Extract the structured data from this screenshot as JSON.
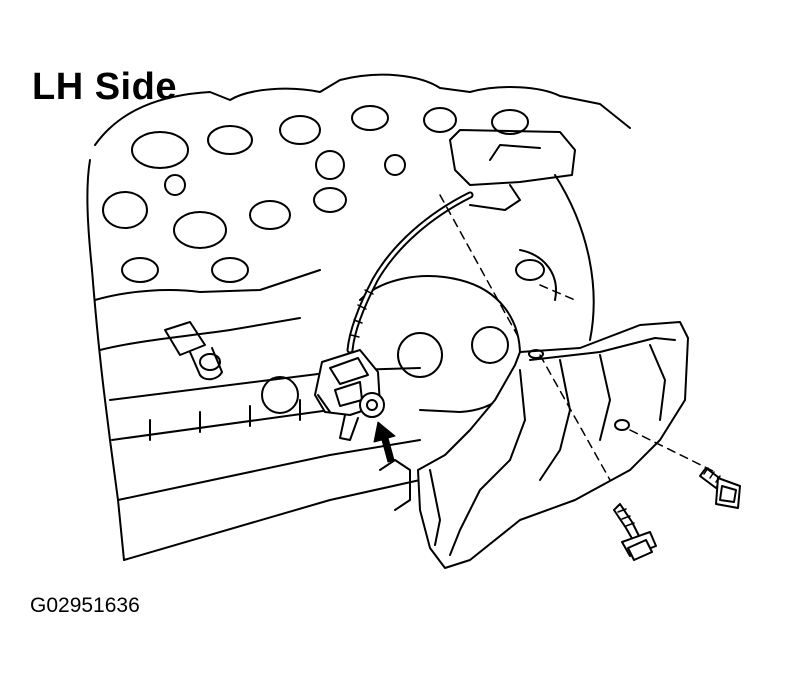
{
  "title": "LH Side",
  "figure_id": "G02951636",
  "colors": {
    "ink": "#000000",
    "paper": "#ffffff"
  },
  "parts": [
    "engine-block",
    "wire-harness",
    "sensor-connector",
    "knock-sensor",
    "heat-insulator",
    "bolt",
    "bolt"
  ]
}
